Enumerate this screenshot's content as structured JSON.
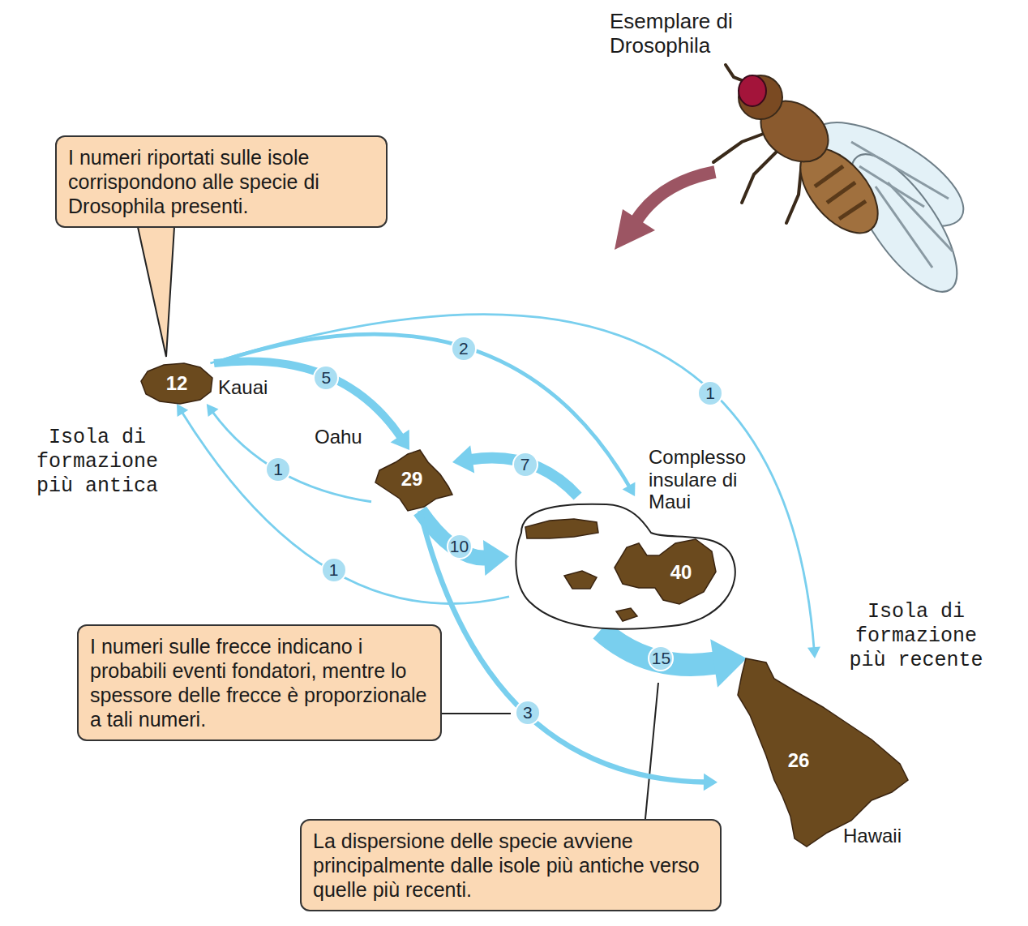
{
  "diagram": {
    "nodes": [
      {
        "text": [
          "I numeri riportati sulle isole corrispondono alle specie di Drosophila presenti."
        ]
      },
      {
        "text": [
          "12",
          "Kauai"
        ]
      },
      {
        "text": [
          "29",
          "Oahu"
        ]
      },
      {
        "text": [
          "Complesso insulare di Maui"
        ]
      },
      {
        "text": [
          "40"
        ],
        "in": 3
      },
      {
        "text": [
          "26",
          "Hawaii"
        ]
      },
      {
        "text": [
          "I numeri sulle frecce indicano i probabili eventi fondatori, mentre lo spessore delle frecce è proporzionale a tali numeri."
        ]
      },
      {
        "text": [
          "La dispersione delle specie avviene principalmente dalle isole più antiche verso quelle più recenti."
        ]
      }
    ],
    "edges": [
      {
        "from": 1,
        "to": 2,
        "arrow": "to",
        "label": "5"
      },
      {
        "from": 1,
        "to": 3,
        "arrow": "to",
        "label": "2"
      },
      {
        "from": 1,
        "to": 5,
        "arrow": "to",
        "label": "1"
      },
      {
        "from": 2,
        "to": 1,
        "arrow": "to",
        "label": "1"
      },
      {
        "from": 2,
        "to": 3,
        "arrow": "to",
        "label": "10"
      },
      {
        "from": 2,
        "to": 5,
        "arrow": "to",
        "label": "3"
      },
      {
        "from": 3,
        "to": 1,
        "arrow": "to",
        "label": "1"
      },
      {
        "from": 3,
        "to": 2,
        "arrow": "to",
        "label": "7"
      },
      {
        "from": 3,
        "to": 5,
        "arrow": "to",
        "label": "15"
      }
    ],
    "labels": [
      "Esemplare di Drosophila",
      "Isola di formazione più antica",
      "Isola di formazione più recente"
    ]
  }
}
